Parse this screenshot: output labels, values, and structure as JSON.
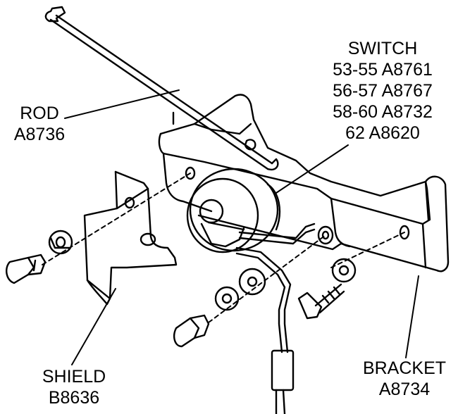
{
  "labels": {
    "switch": {
      "title": "SWITCH",
      "lines": [
        "53-55  A8761",
        "56-57  A8767",
        "58-60  A8732",
        "62  A8620"
      ]
    },
    "rod": {
      "name": "ROD",
      "part": "A8736"
    },
    "shield": {
      "name": "SHIELD",
      "part": "B8636"
    },
    "bracket": {
      "name": "BRACKET",
      "part": "A8734"
    }
  },
  "colors": {
    "ink": "#000000",
    "paper": "#ffffff"
  }
}
